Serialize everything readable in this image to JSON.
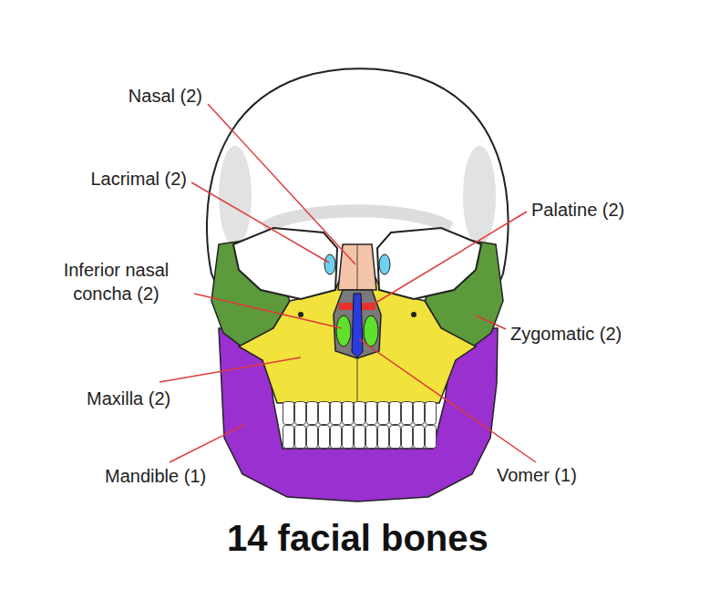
{
  "diagram": {
    "title": "14 facial bones",
    "labels": [
      "Nasal (2)",
      "Lacrimal (2)",
      "Palatine (2)",
      "Inferior nasal concha (2)",
      "Zygomatic (2)",
      "Maxilla (2)",
      "Mandible (1)",
      "Vomer (1)"
    ]
  }
}
